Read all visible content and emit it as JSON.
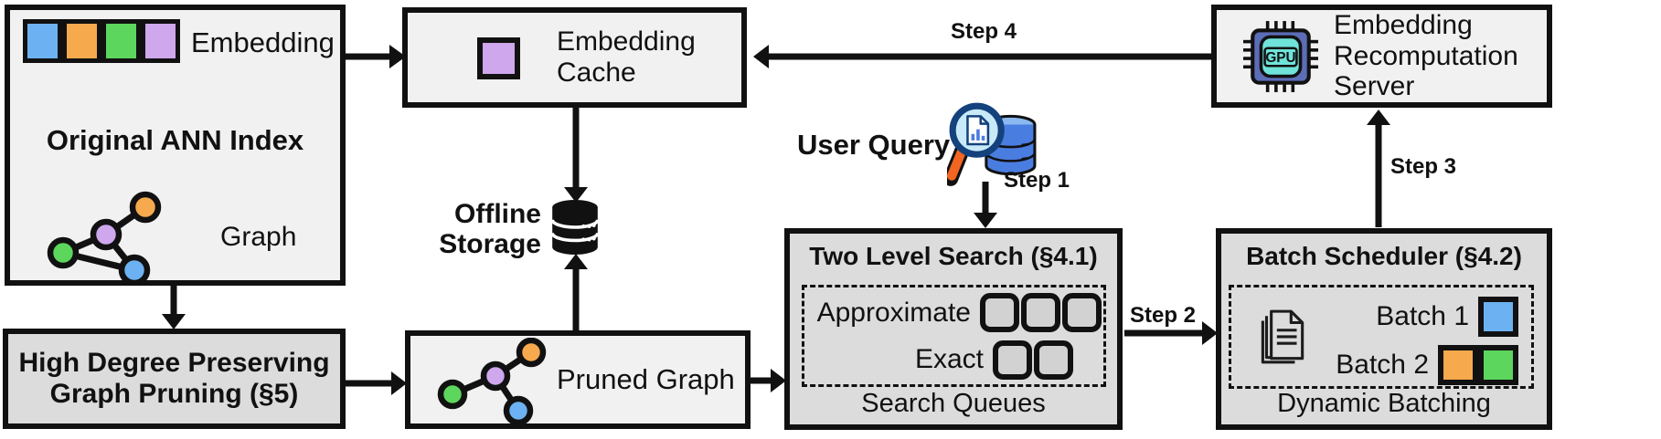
{
  "colors": {
    "ink": "#111111",
    "box_light": "#f1f1f1",
    "box_dark": "#dcdcdc",
    "queue_fill": "#d2d2d2",
    "blue": "#6cb2f2",
    "orange": "#f7a94d",
    "green": "#5cd65c",
    "purple": "#cfa7ec",
    "chip_body": "#5c6db8",
    "chip_core": "#6fe3da",
    "db_blue": "#4a7de0",
    "db_blue_light": "#8ab8f0",
    "lens_blue": "#c8e9f8",
    "magnifier_rim": "#14427d",
    "handle_orange": "#f26522"
  },
  "nodes": {
    "original_ann_index": {
      "title": "Original ANN Index",
      "embedding_label": "Embedding",
      "graph_label": "Graph",
      "embedding_cells": [
        "blue",
        "orange",
        "green",
        "purple"
      ]
    },
    "embedding_cache": {
      "label": "Embedding Cache"
    },
    "recomputation_server": {
      "label": "Embedding Recomputation Server",
      "gpu_label": "GPU"
    },
    "offline_storage": {
      "label": "Offline Storage"
    },
    "user_query": {
      "label": "User Query"
    },
    "two_level_search": {
      "title": "Two Level Search (§4.1)",
      "rows": [
        {
          "label": "Approximate",
          "queues": 3
        },
        {
          "label": "Exact",
          "queues": 2
        }
      ],
      "footer": "Search Queues"
    },
    "batch_scheduler": {
      "title": "Batch Scheduler (§4.2)",
      "batches": [
        {
          "label": "Batch 1",
          "colors": [
            "blue"
          ]
        },
        {
          "label": "Batch 2",
          "colors": [
            "orange",
            "green"
          ]
        }
      ],
      "footer": "Dynamic Batching"
    },
    "high_degree_pruning": {
      "title": "High Degree Preserving Graph Pruning (§5)"
    },
    "pruned_graph": {
      "label": "Pruned Graph"
    }
  },
  "steps": {
    "step1": "Step 1",
    "step2": "Step 2",
    "step3": "Step 3",
    "step4": "Step 4"
  }
}
